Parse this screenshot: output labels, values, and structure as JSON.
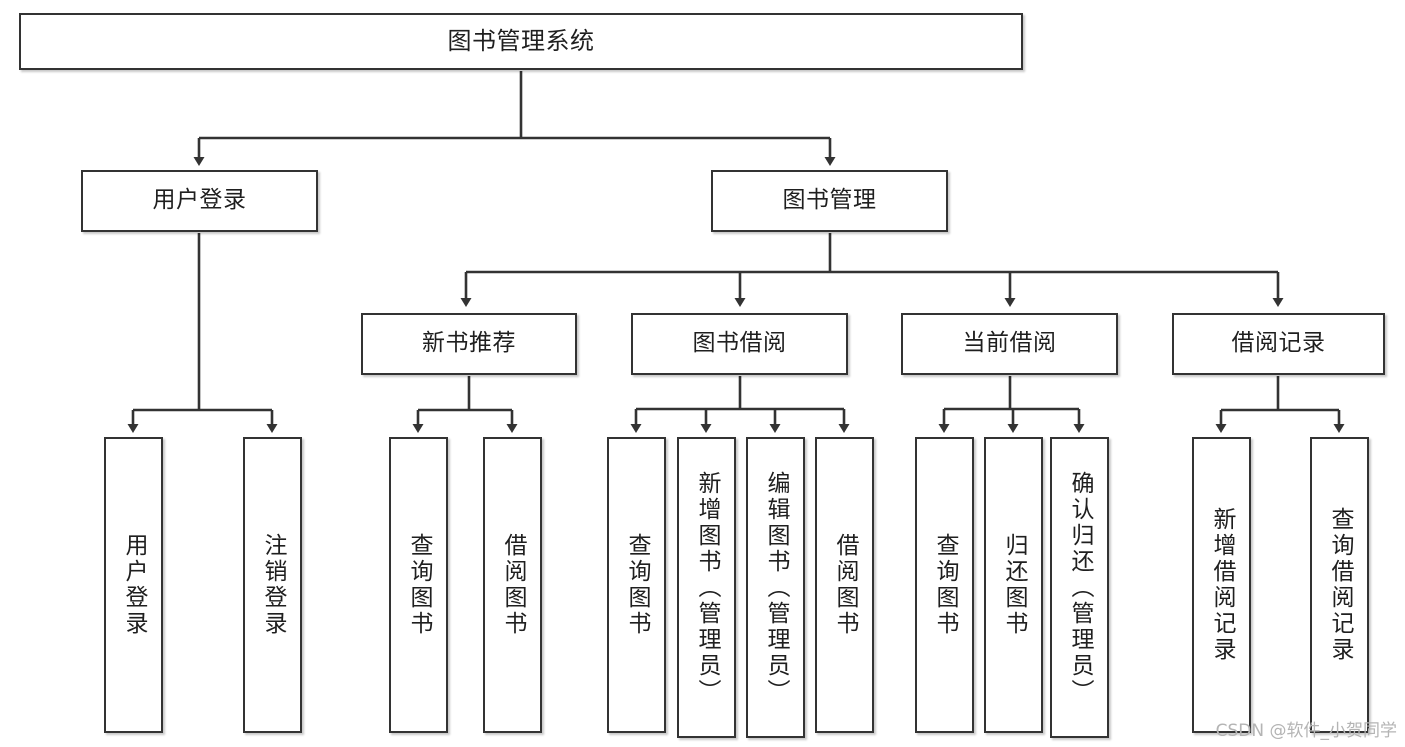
{
  "diagram": {
    "title": "图书管理系统",
    "type": "tree",
    "watermark": "CSDN @软件_小贺同学",
    "colors": {
      "stroke": "#333333",
      "fill": "#ffffff",
      "text": "#1f1f1f",
      "watermark": "#b4b4b4"
    },
    "levels": {
      "root": {
        "label": "图书管理系统"
      },
      "level2": [
        {
          "label": "用户登录"
        },
        {
          "label": "图书管理"
        }
      ],
      "level3": [
        {
          "label": "新书推荐"
        },
        {
          "label": "图书借阅"
        },
        {
          "label": "当前借阅"
        },
        {
          "label": "借阅记录"
        }
      ],
      "leaves": [
        {
          "label": "用户登录",
          "parent": "用户登录"
        },
        {
          "label": "注销登录",
          "parent": "用户登录"
        },
        {
          "label": "查询图书",
          "parent": "新书推荐"
        },
        {
          "label": "借阅图书",
          "parent": "新书推荐"
        },
        {
          "label": "查询图书",
          "parent": "图书借阅"
        },
        {
          "label": "新增图书（管理员）",
          "parent": "图书借阅"
        },
        {
          "label": "编辑图书（管理员）",
          "parent": "图书借阅"
        },
        {
          "label": "借阅图书",
          "parent": "图书借阅"
        },
        {
          "label": "查询图书",
          "parent": "当前借阅"
        },
        {
          "label": "归还图书",
          "parent": "当前借阅"
        },
        {
          "label": "确认归还（管理员）",
          "parent": "当前借阅"
        },
        {
          "label": "新增借阅记录",
          "parent": "借阅记录"
        },
        {
          "label": "查询借阅记录",
          "parent": "借阅记录"
        }
      ]
    }
  }
}
